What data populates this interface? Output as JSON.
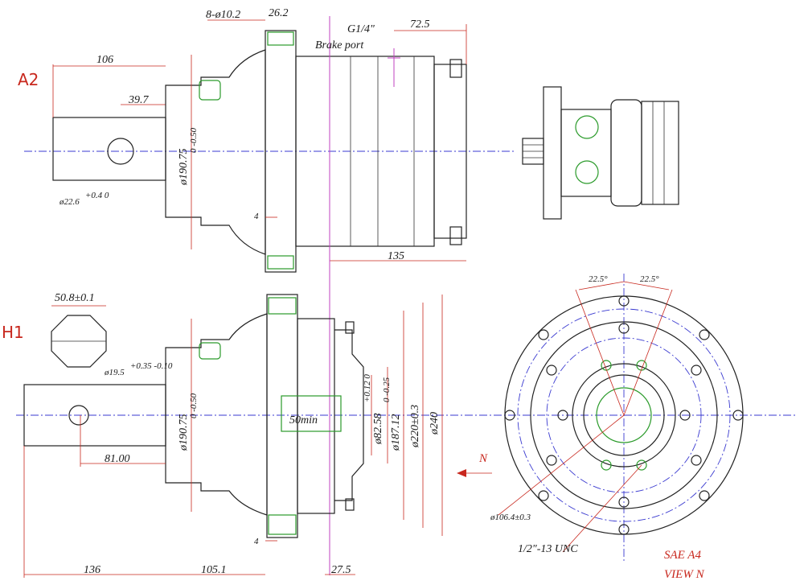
{
  "labels": {
    "view_a2": "A2",
    "view_h1": "H1",
    "view_n_arrow": "N",
    "sae": "SAE A4",
    "view_n": "VIEW N"
  },
  "dims_top": {
    "holes": "8-ø10.2",
    "flange_w": "26.2",
    "port": "G1/4\"",
    "brake": "Brake port",
    "port_off": "72.5",
    "shaft_len": "106",
    "key_off": "39.7",
    "pilot": "ø190.75",
    "pilot_tol": "0 -0.50",
    "shaft_d": "ø22.6",
    "shaft_tol": "+0.4 0",
    "step": "4",
    "body_len": "135"
  },
  "dims_bottom": {
    "hex": "50.8±0.1",
    "shaft_d": "ø19.5",
    "shaft_tol": "+0.35 -0.10",
    "pilot": "ø190.75",
    "pilot_tol": "0 -0.50",
    "bore_depth": "50min",
    "bore1": "ø82.58",
    "bore1_tol": "+0.12 0",
    "bore2": "ø187.12",
    "bore2_tol": "0 -0.25",
    "pcd": "ø220±0.3",
    "outer": "ø240",
    "key_len": "81.00",
    "step": "4",
    "len1": "136",
    "len2": "105.1",
    "len3": "27.5"
  },
  "dims_view": {
    "ang1": "22.5°",
    "ang2": "22.5°",
    "bolt_pcd": "ø106.4±0.3",
    "thread": "1/2\"-13 UNC"
  }
}
